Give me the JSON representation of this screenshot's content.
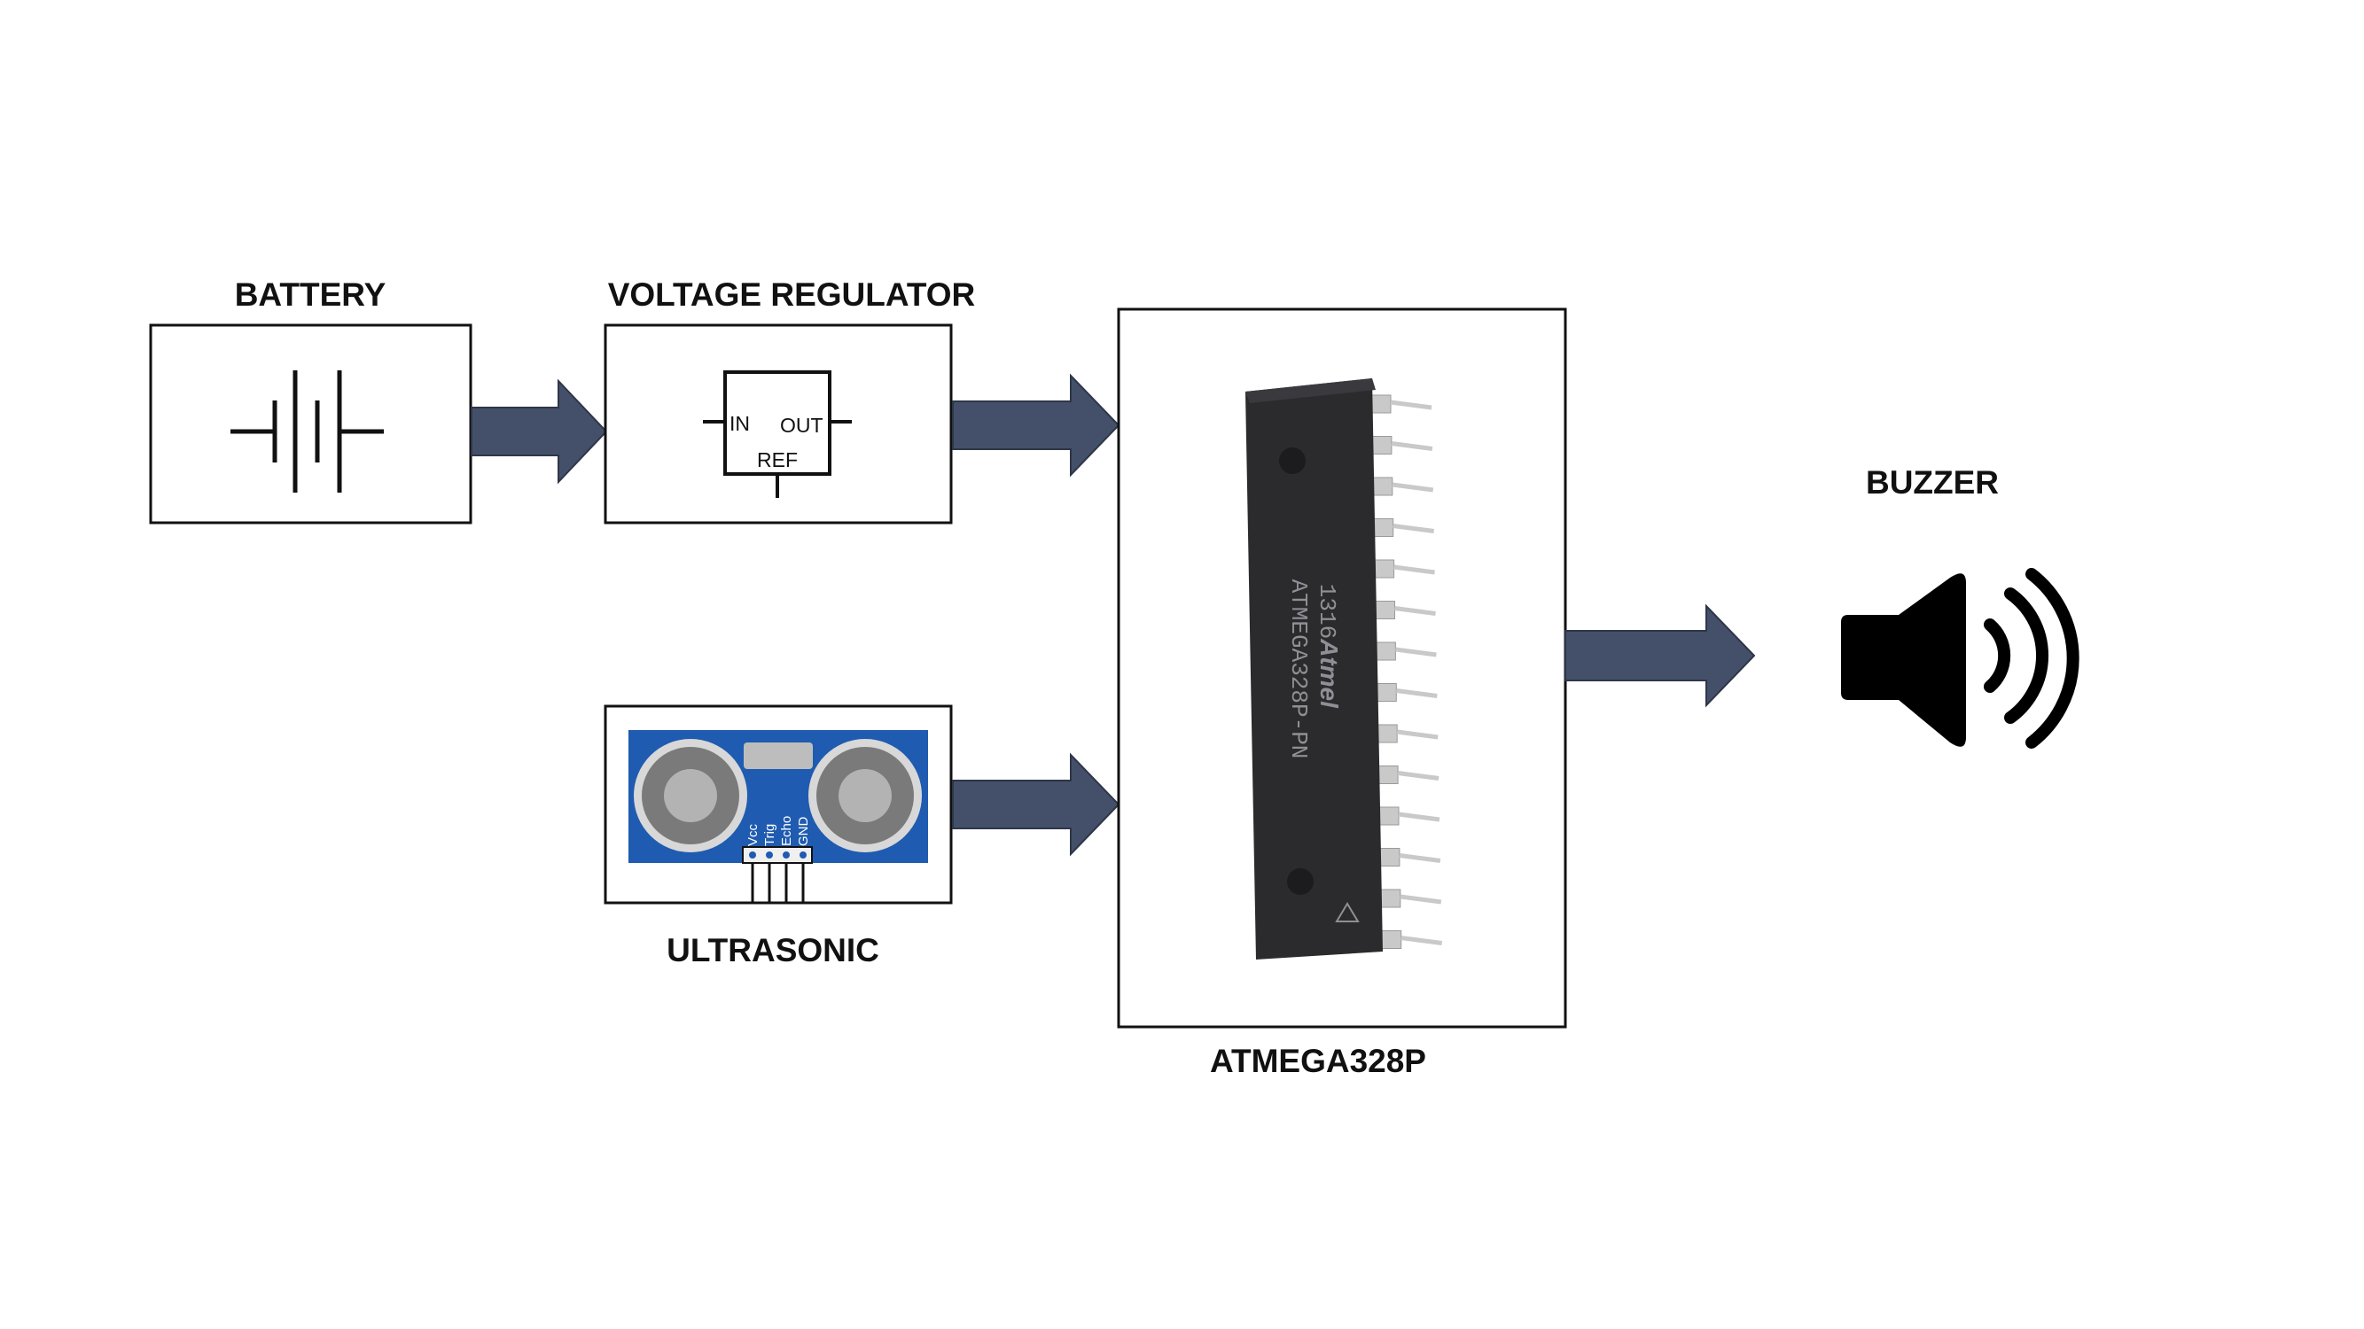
{
  "diagram": {
    "labels": {
      "battery": "BATTERY",
      "voltage_regulator": "VOLTAGE REGULATOR",
      "ultrasonic": "ULTRASONIC",
      "mcu": "ATMEGA328P",
      "buzzer": "BUZZER"
    },
    "regulator_pins": {
      "in": "IN",
      "out": "OUT",
      "ref": "REF"
    },
    "sensor_pins": [
      "Vcc",
      "Trig",
      "Echo",
      "GND"
    ],
    "chip_markings": {
      "brand": "Atmel",
      "date_code": "1316",
      "part": "ATMEGA328P-PN"
    },
    "colors": {
      "arrow": "#44506a",
      "sensor_board": "#1f5bb0",
      "chip_body": "#2b2b2e",
      "pins": "#c9c9c9"
    },
    "icons": [
      "battery-symbol-icon",
      "regulator-symbol-icon",
      "ultrasonic-sensor-icon",
      "ic-chip-icon",
      "speaker-icon"
    ]
  }
}
